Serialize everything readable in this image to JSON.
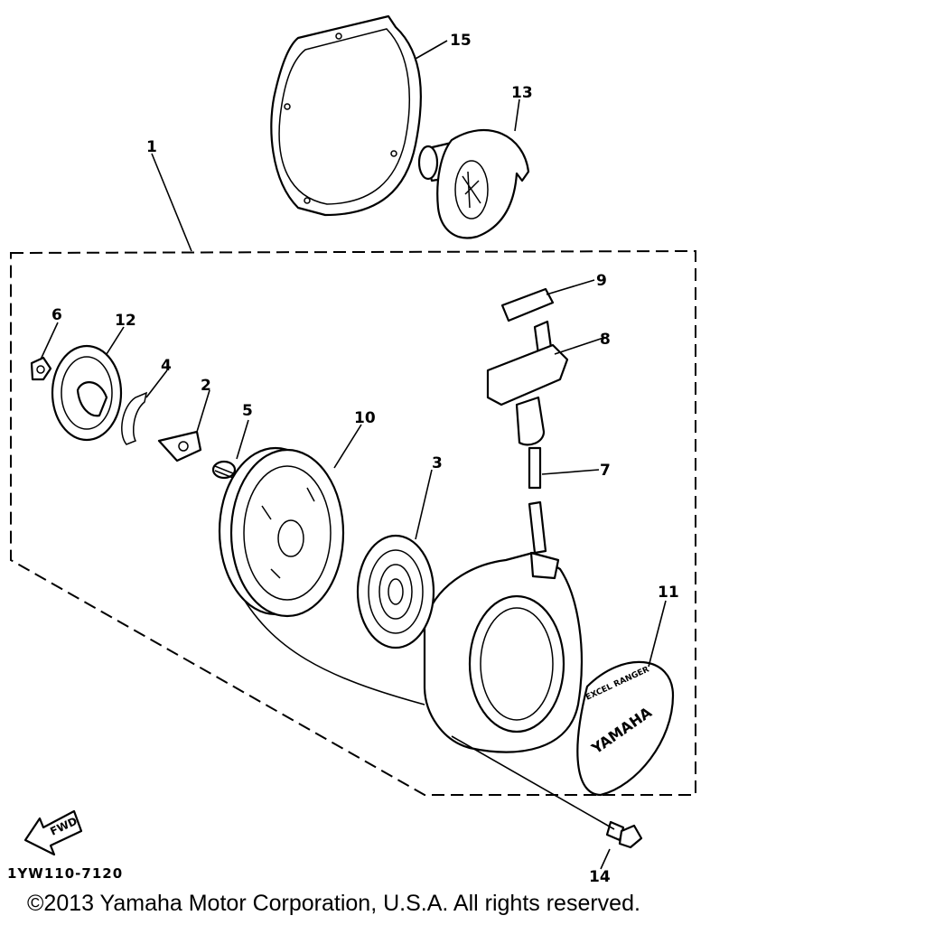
{
  "diagram": {
    "callouts": {
      "c1": "1",
      "c2": "2",
      "c3": "3",
      "c4": "4",
      "c5": "5",
      "c6": "6",
      "c7": "7",
      "c8": "8",
      "c9": "9",
      "c10": "10",
      "c11": "11",
      "c12": "12",
      "c13": "13",
      "c14": "14",
      "c15": "15"
    },
    "emblem_text_top": "EXCEL RANGER",
    "emblem_text_main": "YAMAHA",
    "fwd_label": "FWD",
    "diagram_code": "1YW110-7120"
  },
  "footer": {
    "copyright": "©2013 Yamaha Motor Corporation, U.S.A. All rights reserved."
  }
}
